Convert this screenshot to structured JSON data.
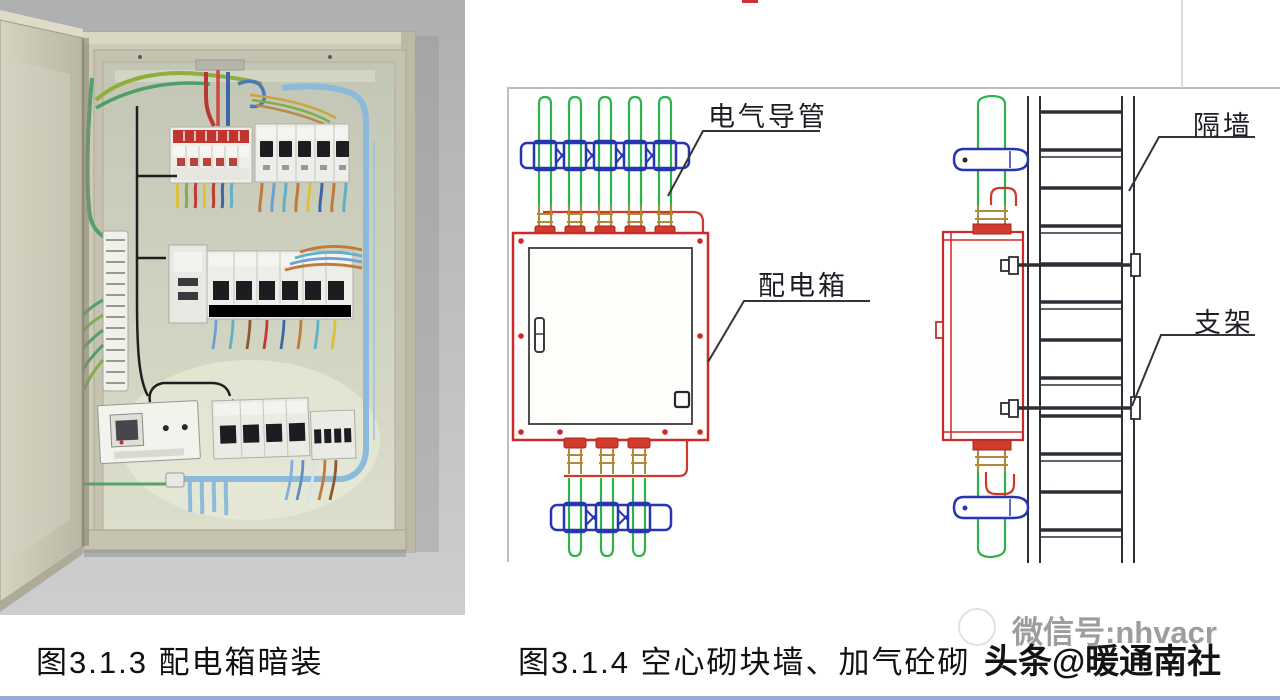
{
  "captions": {
    "left": "图3.1.3 配电箱暗装",
    "right": "图3.1.4 空心砌块墙、加气砼砌"
  },
  "diagram": {
    "labels": {
      "conduit": "电气导管",
      "box": "配电箱",
      "partition_wall": "隔墙",
      "bracket": "支架"
    },
    "colors": {
      "conduit_green": "#2db34a",
      "coupling_blue": "#2636b2",
      "box_red": "#cc2a2a",
      "wall_dark": "#2e2e36",
      "leader_line": "#33333a",
      "frame_gray": "#bdbdbd"
    }
  },
  "photo": {
    "palette": {
      "wall_gray": "#b6b7b9",
      "cabinet_beige": "#cdcab7",
      "panel_green_beige": "#d2d4c2",
      "breaker_white": "#ededе9",
      "toggle_black": "#1d1d21",
      "wire_red": "#c23a35",
      "wire_blue": "#3b66a8",
      "wire_light_blue": "#8cbada",
      "wire_green": "#57a06a",
      "wire_yellow": "#d9c23a",
      "wire_orange": "#c07a3a"
    }
  },
  "watermark": {
    "wechat": "微信号:nhvacr",
    "toutiao": "头条@暖通南社",
    "wechat_color": "#8c8c8c",
    "toutiao_color": "#141414"
  },
  "page": {
    "bottom_line_color": "#98abd2"
  }
}
